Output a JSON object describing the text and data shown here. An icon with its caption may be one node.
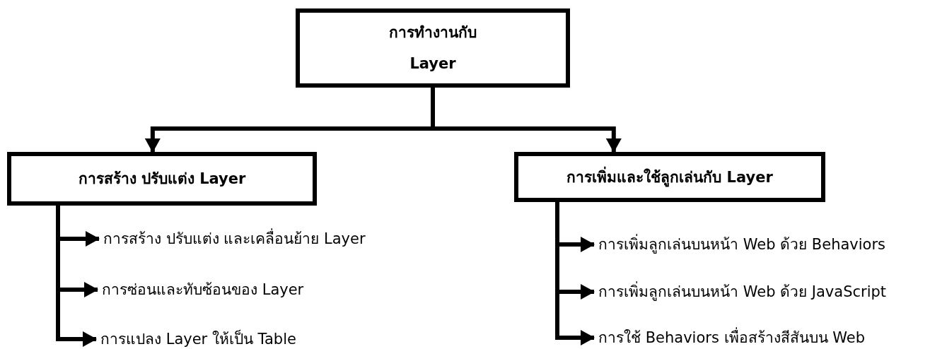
{
  "diagram": {
    "nodes": [
      {
        "text": [
          "การทำงานกับ Layer"
        ]
      },
      {
        "text": [
          "การสร้าง ปรับแต่ง Layer"
        ]
      },
      {
        "text": [
          "การเพิ่มและใช้ลูกเล่นกับ Layer"
        ]
      },
      {
        "text": [
          "การสร้าง ปรับแต่ง และเคลื่อนย้าย Layer"
        ]
      },
      {
        "text": [
          "การซ่อนและทับซ้อนของ Layer"
        ]
      },
      {
        "text": [
          "การแปลง Layer ให้เป็น Table"
        ]
      },
      {
        "text": [
          "การเพิ่มลูกเล่นบนหน้า Web ด้วย Behaviors"
        ]
      },
      {
        "text": [
          "การเพิ่มลูกเล่นบนหน้า Web ด้วย JavaScript"
        ]
      },
      {
        "text": [
          "การใช้ Behaviors เพื่อสร้างสีสันบน Web"
        ]
      }
    ],
    "edges": [
      {
        "from": 0,
        "to": 1,
        "arrow": "to"
      },
      {
        "from": 0,
        "to": 2,
        "arrow": "to"
      },
      {
        "from": 1,
        "to": 3,
        "arrow": "to"
      },
      {
        "from": 1,
        "to": 4,
        "arrow": "to"
      },
      {
        "from": 1,
        "to": 5,
        "arrow": "to"
      },
      {
        "from": 2,
        "to": 6,
        "arrow": "to"
      },
      {
        "from": 2,
        "to": 7,
        "arrow": "to"
      },
      {
        "from": 2,
        "to": 8,
        "arrow": "to"
      }
    ]
  }
}
